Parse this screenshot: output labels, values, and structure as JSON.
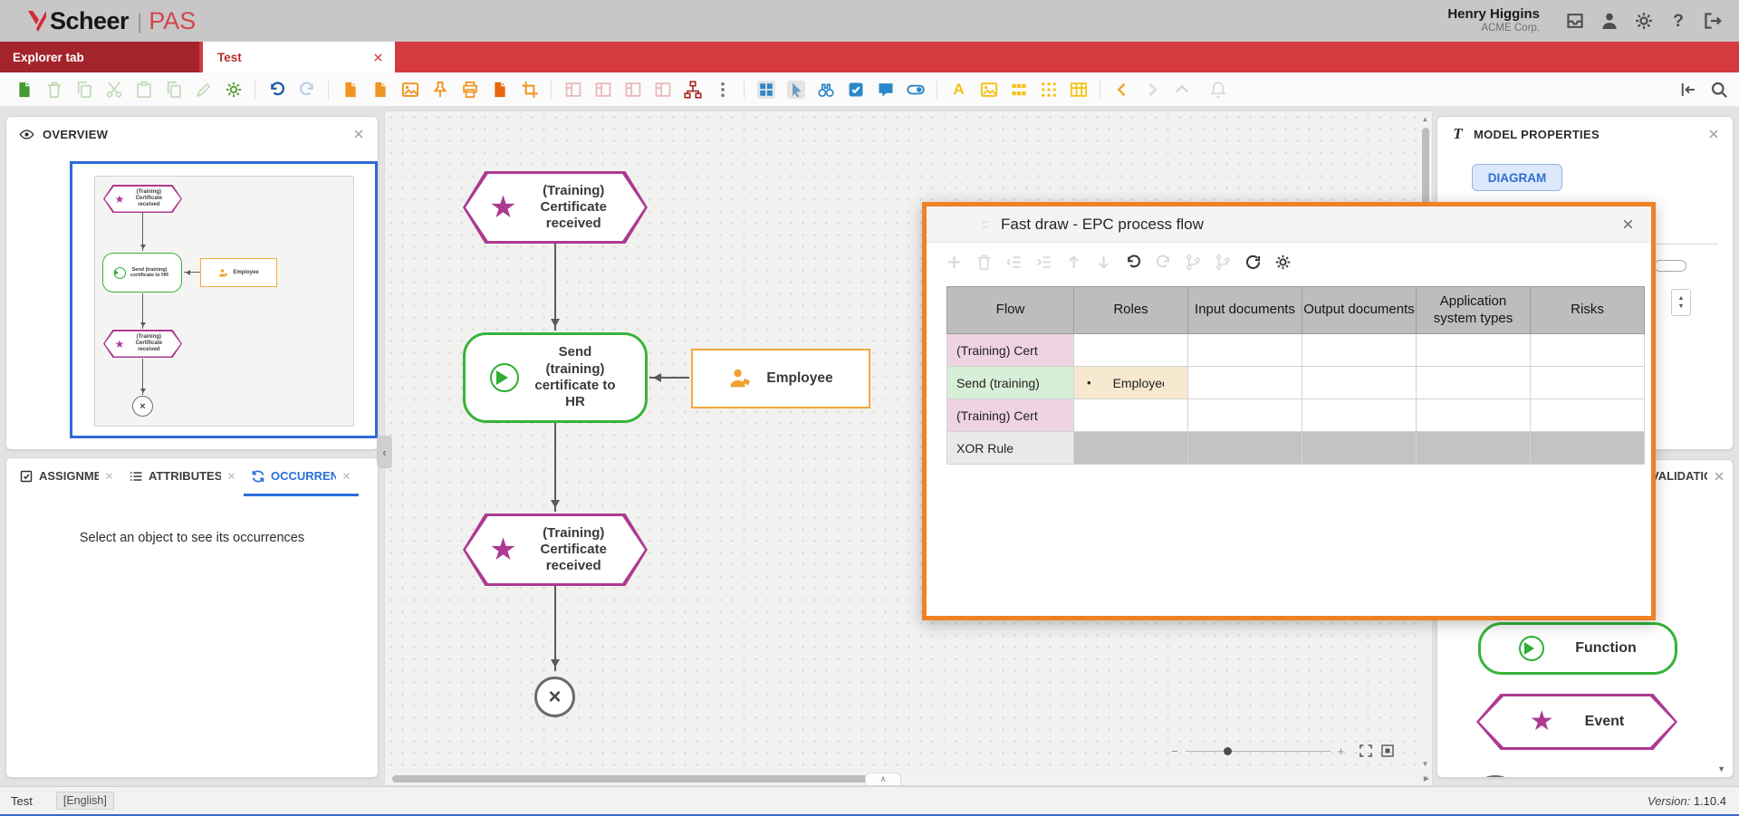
{
  "header": {
    "brand": "Scheer",
    "brand_sep": "|",
    "product": "PAS",
    "user_name": "Henry Higgins",
    "user_org": "ACME Corp."
  },
  "tabs": {
    "explorer": "Explorer tab",
    "document": "Test"
  },
  "toolbar_icons": [
    "new-diagram",
    "delete",
    "copy",
    "cut",
    "paste",
    "paste-special",
    "edit",
    "settings",
    "undo",
    "redo",
    "export-file",
    "import-file",
    "image-file",
    "pin",
    "print",
    "document-file",
    "crop",
    "layout-left",
    "layout-right",
    "layout-top",
    "layout-bottom",
    "sitemap",
    "more-options",
    "grid-view",
    "pointer-mode",
    "find",
    "select-checkbox",
    "comments",
    "toggle-view",
    "font-color",
    "insert-image",
    "small-grid",
    "dot-grid",
    "insert-table",
    "nav-back",
    "nav-forward",
    "nav-up",
    "notifications",
    "collapse-panel",
    "search"
  ],
  "overview_panel": {
    "title": "OVERVIEW"
  },
  "object_tabs": {
    "assignments": "ASSIGNMENTS",
    "attributes": "ATTRIBUTES",
    "occurrences": "OCCURRENCES",
    "empty_message": "Select an object to see its occurrences"
  },
  "diagram": {
    "event_label": "(Training) Certificate received",
    "function_label": "Send (training) certificate to HR",
    "role_label": "Employee",
    "end_symbol": "×"
  },
  "dialog": {
    "title": "Fast draw - EPC process flow",
    "toolbar_icons": [
      "add-row",
      "delete-row",
      "outdent",
      "indent",
      "move-up",
      "move-down",
      "undo",
      "redo",
      "branch-left",
      "branch-right",
      "refresh",
      "settings"
    ],
    "columns": [
      "Flow",
      "Roles",
      "Input documents",
      "Output documents",
      "Application system types",
      "Risks"
    ],
    "bullet": "•",
    "rows": [
      {
        "flow": "(Training) Cert",
        "type": "event",
        "roles": ""
      },
      {
        "flow": "Send (training)",
        "type": "function",
        "roles": "Employee"
      },
      {
        "flow": "(Training) Cert",
        "type": "event",
        "roles": ""
      },
      {
        "flow": "XOR Rule",
        "type": "rule",
        "roles": ""
      }
    ]
  },
  "model_properties": {
    "title": "MODEL PROPERTIES",
    "diagram_button": "DIAGRAM"
  },
  "validation_panel": {
    "title": "VALIDATION"
  },
  "palette": {
    "function_label": "Function",
    "event_label": "Event"
  },
  "canvas_controls": {
    "zoom_out": "−",
    "zoom_in": "+",
    "collapse": "∧",
    "left_handle": "‹",
    "scroll_up": "▲",
    "scroll_down": "▼",
    "scroll_right": "▶",
    "stepper_up": "▲",
    "stepper_down": "▼"
  },
  "status_bar": {
    "model_name": "Test",
    "language": "[English]",
    "version_label": "Version:",
    "version_value": "1.10.4"
  },
  "colors": {
    "header_bg": "#c7c7c7",
    "tabbar_red": "#d43a40",
    "tab_active_red": "#a3242a",
    "event_magenta": "#ad3a91",
    "function_green": "#37b43a",
    "role_orange": "#f2a93e",
    "dialog_border_orange": "#f08124",
    "accent_blue": "#2a6fdb",
    "table_header_gray": "#bdbdbd",
    "row_event_pink": "#eed3e3",
    "row_function_green": "#d7eed7",
    "row_role_cream": "#f6e9cf",
    "row_rule_gray": "#e9e9e9",
    "minimap_viewport_blue": "#2f6ad4"
  }
}
